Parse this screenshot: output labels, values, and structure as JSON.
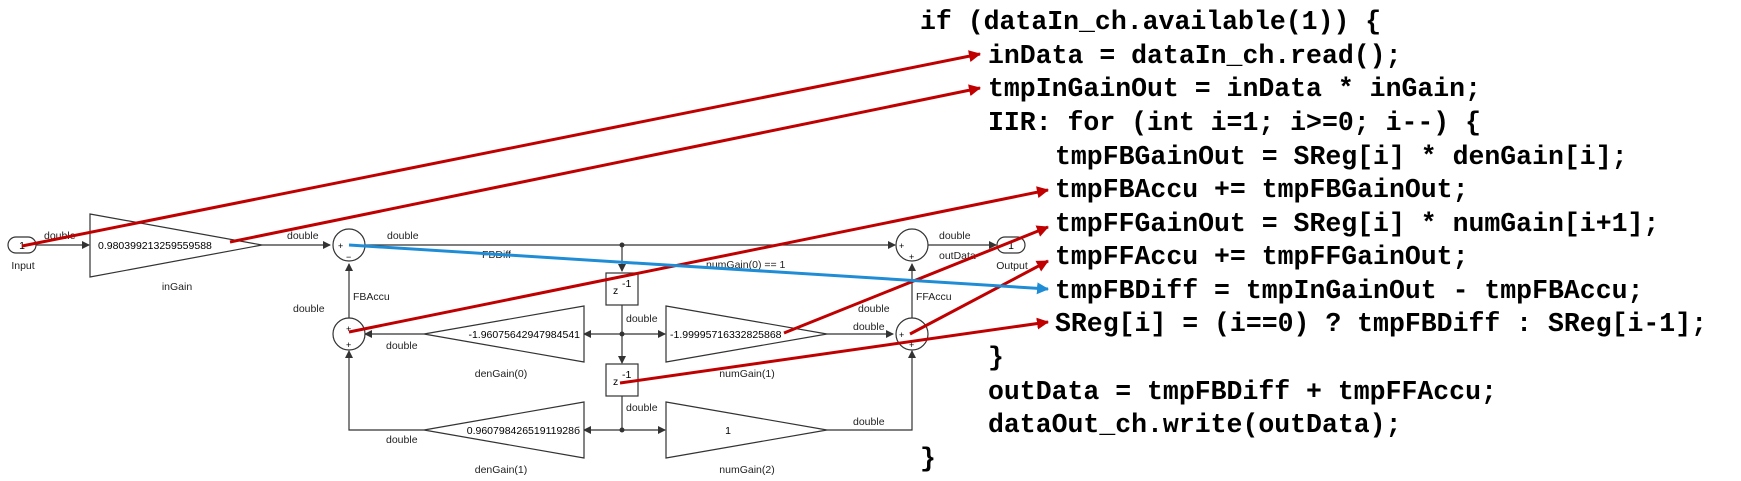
{
  "code": {
    "line_if": "if (dataIn_ch.available(1)) {",
    "line_read": "inData = dataIn_ch.read();",
    "line_ingain": "tmpInGainOut = inData * inGain;",
    "line_for": "IIR: for (int i=1; i>=0; i--) {",
    "line_fbgain": "tmpFBGainOut = SReg[i] * denGain[i];",
    "line_fbaccu": "tmpFBAccu += tmpFBGainOut;",
    "line_ffgain": "tmpFFGainOut = SReg[i] * numGain[i+1];",
    "line_ffaccu": "tmpFFAccu += tmpFFGainOut;",
    "line_fbdiff": "tmpFBDiff = tmpInGainOut - tmpFBAccu;",
    "line_sreg": "SReg[i] = (i==0) ? tmpFBDiff : SReg[i-1];",
    "line_close_for": "}",
    "line_outdata": "outData = tmpFBDiff + tmpFFAccu;",
    "line_write": "dataOut_ch.write(outData);",
    "line_close_if": "}"
  },
  "diagram": {
    "ports": {
      "input_number": "1",
      "input_name": "Input",
      "output_number": "1",
      "output_name": "Output"
    },
    "gains": {
      "ingain_value": "0.980399213259559588",
      "ingain_name": "inGain",
      "den0_value": "-1.96075642947984541",
      "den0_name": "denGain(0)",
      "den1_value": "0.96079842651911928б",
      "den1_name": "denGain(1)",
      "num1_value": "-1.99995716332825868",
      "num1_name": "numGain(1)",
      "num2_value": "1",
      "num2_name": "numGain(2)"
    },
    "delays": {
      "z": "z",
      "exp": "-1"
    },
    "signals": {
      "double": "double",
      "fbdiff": "FBDiff",
      "fbaccu": "FBAccu",
      "ffaccu": "FFAccu",
      "outdata": "outData",
      "numgain0": "numGain(0) == 1"
    }
  },
  "colors": {
    "arrow_red": "#c00000",
    "arrow_blue": "#1f8dd6"
  }
}
